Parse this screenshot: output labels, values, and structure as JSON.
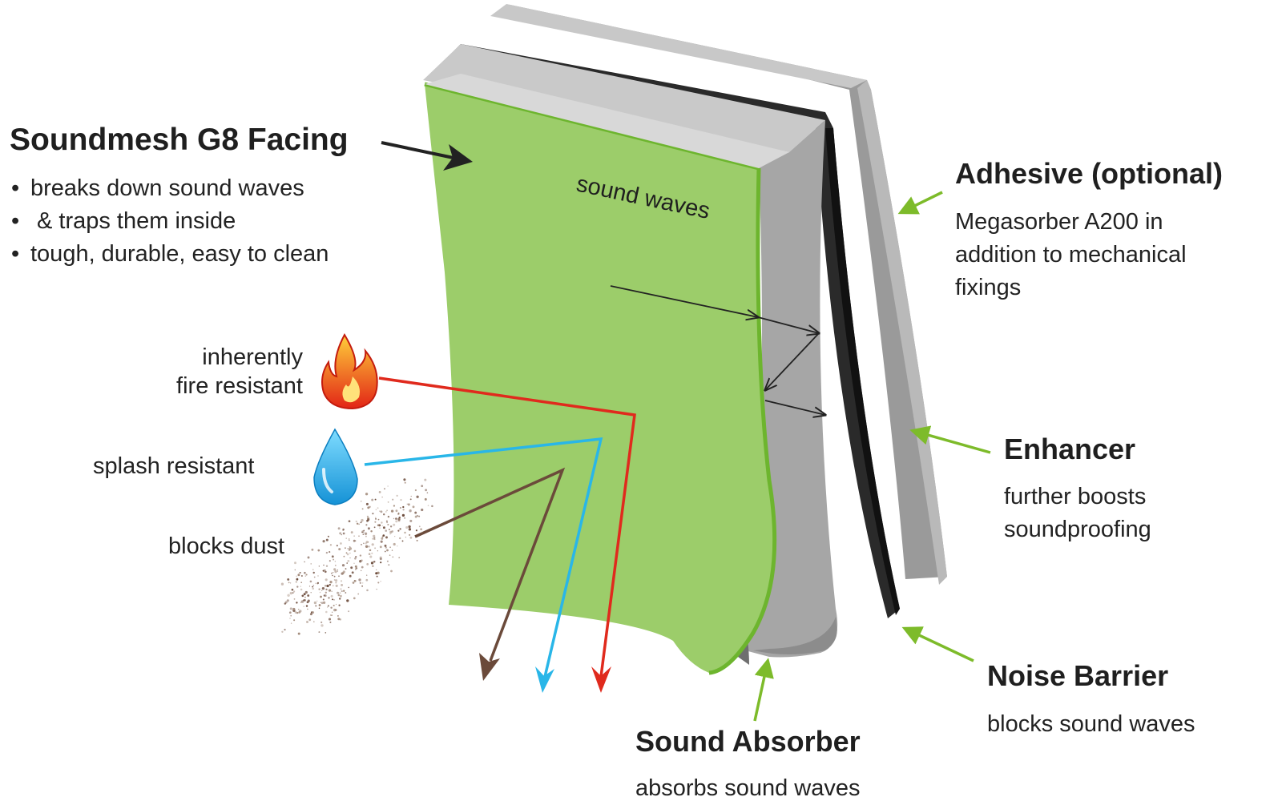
{
  "facing": {
    "title": "Soundmesh G8 Facing",
    "bullets": [
      "breaks down sound waves",
      "& traps them inside",
      "tough, durable, easy to clean"
    ]
  },
  "panel_label": "sound waves",
  "features": {
    "fire": "inherently",
    "fire_line2": "fire resistant",
    "splash": "splash resistant",
    "dust": "blocks dust"
  },
  "adhesive": {
    "title": "Adhesive (optional)",
    "lines": [
      "Megasorber A200 in",
      "addition to mechanical",
      "fixings"
    ]
  },
  "enhancer": {
    "title": "Enhancer",
    "lines": [
      "further boosts",
      "soundproofing"
    ]
  },
  "noise_barrier": {
    "title": "Noise Barrier",
    "lines": [
      "blocks sound waves"
    ]
  },
  "absorber": {
    "title": "Sound Absorber",
    "lines": [
      "absorbs sound waves"
    ]
  },
  "colors": {
    "facing_green": "#9ccd6a",
    "facing_edge": "#6db52e",
    "layer_grey": "#a9a9a9",
    "barrier_black": "#2a2a2a",
    "callout_green": "#7dbb2a",
    "fire_red": "#e02a1d",
    "water_blue": "#29b6e8",
    "dust_brown": "#6b4a3a"
  }
}
